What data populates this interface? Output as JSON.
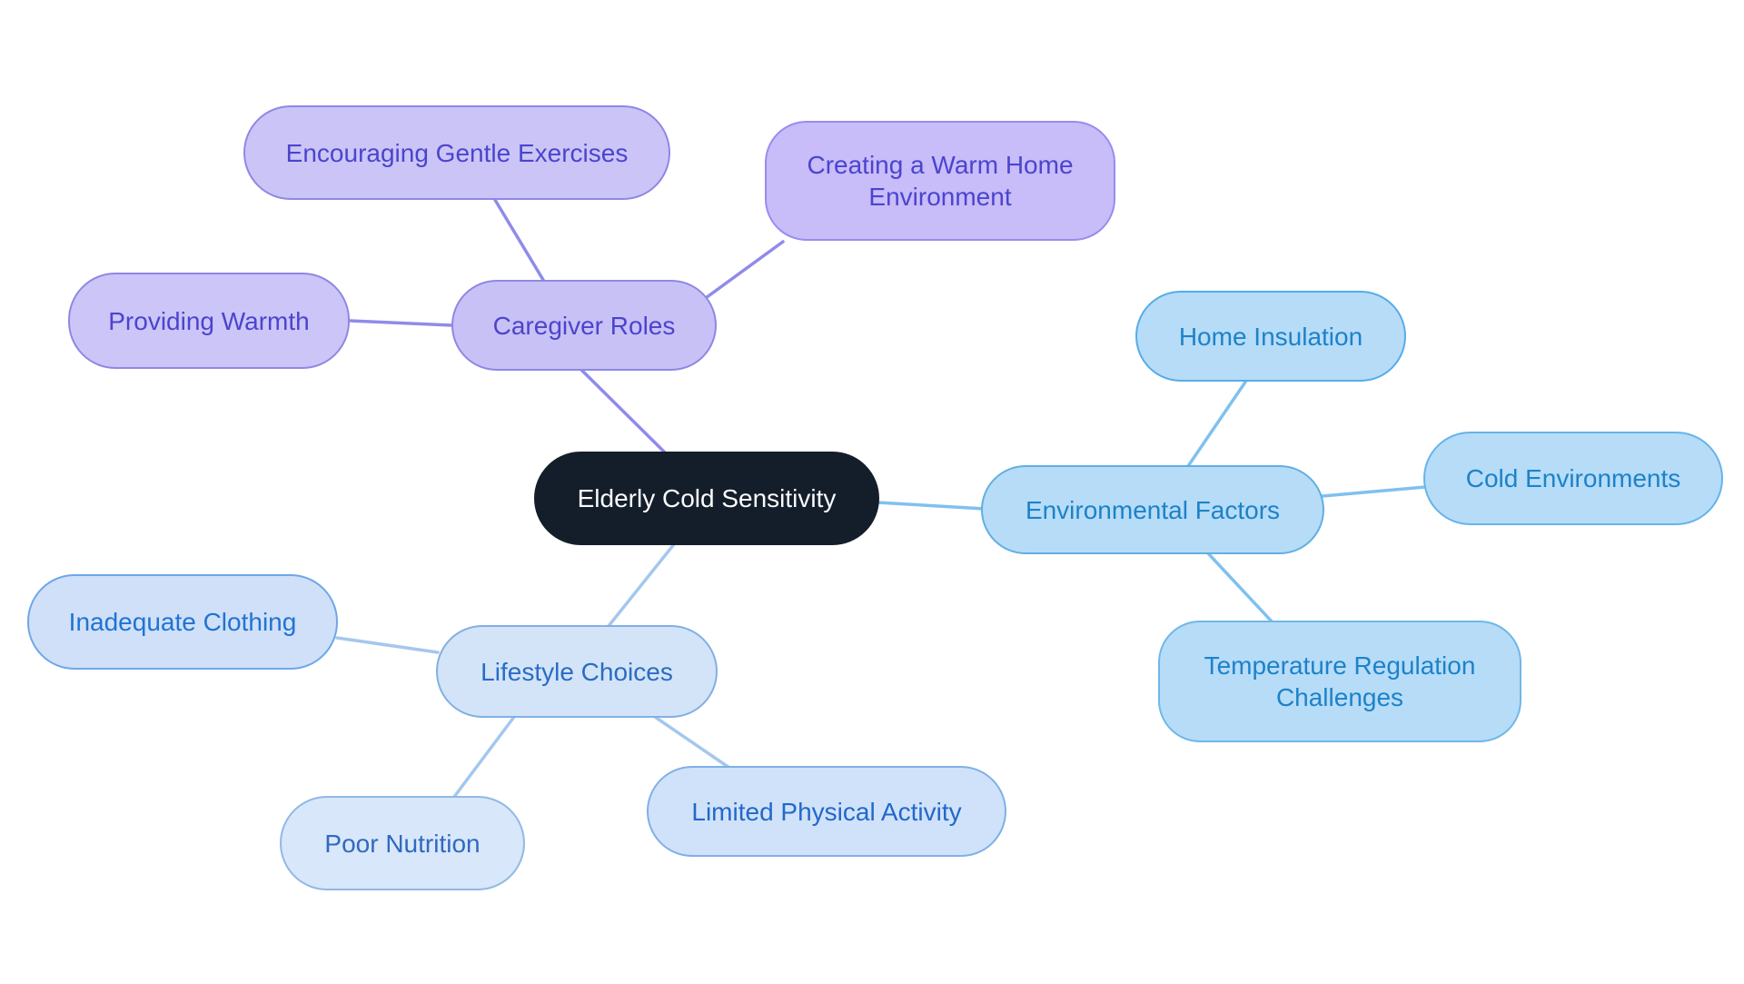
{
  "canvas": {
    "background": "#ffffff",
    "type": "mindmap"
  },
  "palette": {
    "root_fill": "#141e2b",
    "root_text": "#fbfbfc",
    "caregiver_fill": "#c8c1f5",
    "caregiver_border": "#8d88e4",
    "caregiver_text": "#4b44ce",
    "caregiver_edge": "#8f8bea",
    "environment_fill": "#b6dcf8",
    "environment_border": "#61aee2",
    "environment_text": "#1d82c8",
    "environment_edge": "#7fc1ef",
    "lifestyle_fill": "#d3e4f9",
    "lifestyle_border": "#82b0e2",
    "lifestyle_text": "#2a6cc3",
    "lifestyle_edge": "#a5c7ee"
  },
  "nodes": [
    {
      "id": "root",
      "label": "Elderly Cold Sensitivity",
      "family": "root"
    },
    {
      "id": "caregiver-roles",
      "label": "Caregiver Roles",
      "family": "caregiver"
    },
    {
      "id": "encouraging-exercises",
      "label": "Encouraging Gentle Exercises",
      "family": "caregiver"
    },
    {
      "id": "creating-warm-home",
      "label": "Creating a Warm Home Environment",
      "family": "caregiver"
    },
    {
      "id": "providing-warmth",
      "label": "Providing Warmth",
      "family": "caregiver"
    },
    {
      "id": "environmental-factors",
      "label": "Environmental Factors",
      "family": "environment"
    },
    {
      "id": "home-insulation",
      "label": "Home Insulation",
      "family": "environment"
    },
    {
      "id": "cold-environments",
      "label": "Cold Environments",
      "family": "environment"
    },
    {
      "id": "temperature-regulation",
      "label": "Temperature Regulation Challenges",
      "family": "environment"
    },
    {
      "id": "lifestyle-choices",
      "label": "Lifestyle Choices",
      "family": "lifestyle"
    },
    {
      "id": "inadequate-clothing",
      "label": "Inadequate Clothing",
      "family": "lifestyle"
    },
    {
      "id": "poor-nutrition",
      "label": "Poor Nutrition",
      "family": "lifestyle"
    },
    {
      "id": "limited-activity",
      "label": "Limited Physical Activity",
      "family": "lifestyle"
    }
  ],
  "edges": [
    {
      "from": "providing-warmth",
      "to": "caregiver-roles",
      "color": "#8f8bea"
    },
    {
      "from": "encouraging-exercises",
      "to": "caregiver-roles",
      "color": "#8f8bea"
    },
    {
      "from": "creating-warm-home",
      "to": "caregiver-roles",
      "color": "#8f8bea"
    },
    {
      "from": "caregiver-roles",
      "to": "root",
      "color": "#8f8bea"
    },
    {
      "from": "environmental-factors",
      "to": "root",
      "color": "#7fc1ef"
    },
    {
      "from": "home-insulation",
      "to": "environmental-factors",
      "color": "#7fc1ef"
    },
    {
      "from": "cold-environments",
      "to": "environmental-factors",
      "color": "#7fc1ef"
    },
    {
      "from": "temperature-regulation",
      "to": "environmental-factors",
      "color": "#7fc1ef"
    },
    {
      "from": "lifestyle-choices",
      "to": "root",
      "color": "#a5c7ee"
    },
    {
      "from": "inadequate-clothing",
      "to": "lifestyle-choices",
      "color": "#a5c7ee"
    },
    {
      "from": "poor-nutrition",
      "to": "lifestyle-choices",
      "color": "#a5c7ee"
    },
    {
      "from": "limited-activity",
      "to": "lifestyle-choices",
      "color": "#a5c7ee"
    }
  ]
}
